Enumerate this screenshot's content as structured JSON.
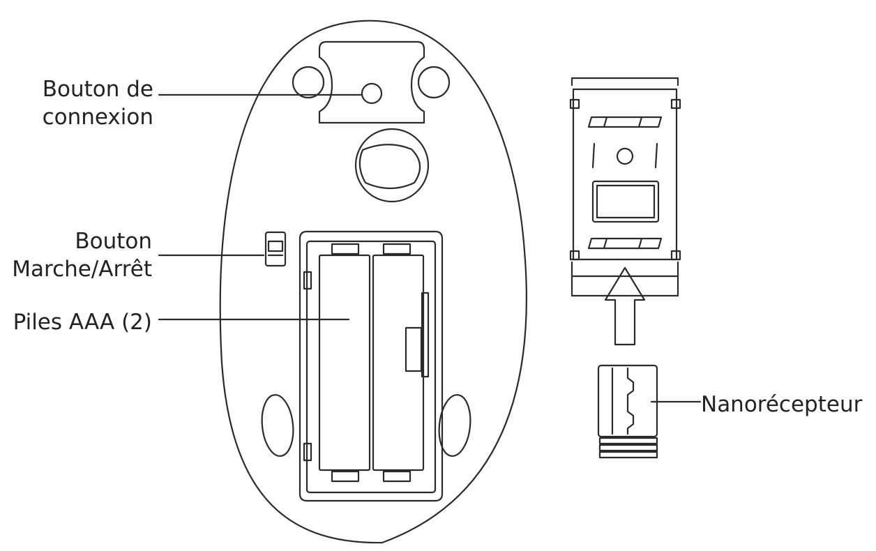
{
  "labels": {
    "connect_button": [
      "Bouton de",
      "connexion"
    ],
    "power_switch": [
      "Bouton",
      "Marche/Arrêt"
    ],
    "batteries": "Piles AAA (2)",
    "nano_receiver": "Nanorécepteur"
  },
  "colors": {
    "line": "#2a2a2a",
    "background": "#ffffff"
  }
}
